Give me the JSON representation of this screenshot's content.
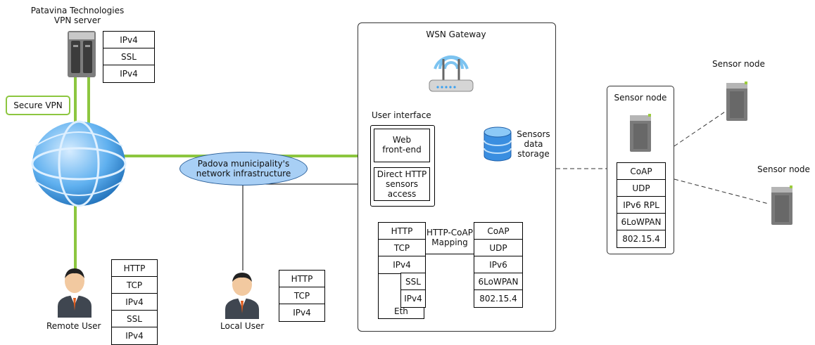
{
  "vpn_server": {
    "title_line1": "Patavina Technologies",
    "title_line2": "VPN server",
    "stack": [
      "IPv4",
      "SSL",
      "IPv4"
    ],
    "icon": "server-icon"
  },
  "secure_vpn": "Secure VPN",
  "internet": {
    "icon": "globe-icon"
  },
  "padova": {
    "line1": "Padova municipality's",
    "line2": "network infrastructure"
  },
  "gateway": {
    "title": "WSN Gateway",
    "router_icon": "wifi-router-icon",
    "user_interface": "User interface",
    "web_frontend_line1": "Web",
    "web_frontend_line2": "front-end",
    "direct_http_line1": "Direct HTTP",
    "direct_http_line2": "sensors",
    "direct_http_line3": "access",
    "storage_line1": "Sensors",
    "storage_line2": "data",
    "storage_line3": "storage",
    "storage_icon": "database-icon",
    "left_stack": [
      "HTTP",
      "TCP",
      "IPv4"
    ],
    "ssl": "SSL",
    "ipv4_inner": "IPv4",
    "eth": "Eth",
    "mapping_line1": "HTTP-CoAP",
    "mapping_line2": "Mapping",
    "right_stack": [
      "CoAP",
      "UDP",
      "IPv6",
      "6LoWPAN",
      "802.15.4"
    ]
  },
  "sensor_node_box": {
    "title": "Sensor node",
    "stack": [
      "CoAP",
      "UDP",
      "IPv6 RPL",
      "6LoWPAN",
      "802.15.4"
    ]
  },
  "sensor_node_top": "Sensor node",
  "sensor_node_bottom": "Sensor node",
  "remote_user": {
    "label": "Remote User",
    "stack": [
      "HTTP",
      "TCP",
      "IPv4",
      "SSL",
      "IPv4"
    ],
    "icon": "user-avatar-icon"
  },
  "local_user": {
    "label": "Local User",
    "stack": [
      "HTTP",
      "TCP",
      "IPv4"
    ],
    "icon": "user-avatar-icon"
  },
  "colors": {
    "vpn_green": "#8cc63f",
    "cloud_blue": "#a8cff5",
    "globe_blue": "#4aa3e8"
  }
}
